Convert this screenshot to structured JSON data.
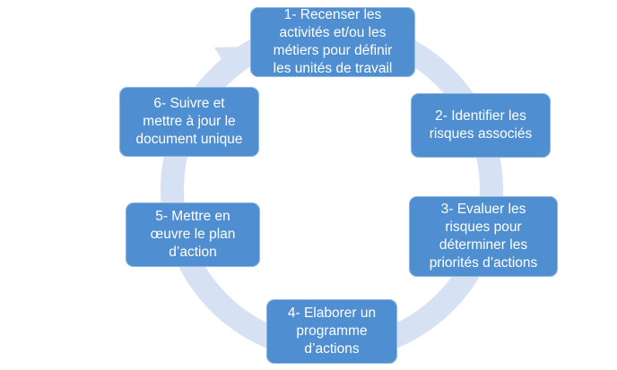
{
  "diagram": {
    "type": "cycle",
    "colors": {
      "box_fill": "#4f8fd1",
      "box_text": "#ffffff",
      "ring": "#d6e2f3"
    },
    "steps": [
      {
        "label": "1- Recenser les\nactivités et/ou les\nmétiers pour définir\nles unités de travail"
      },
      {
        "label": "2- Identifier les\nrisques associés"
      },
      {
        "label": "3- Evaluer les\nrisques pour\ndéterminer les\npriorités d’actions"
      },
      {
        "label": "4- Elaborer un\nprogramme\nd’actions"
      },
      {
        "label": "5- Mettre en\nœuvre le plan\nd’action"
      },
      {
        "label": "6- Suivre et\nmettre à jour le\ndocument unique"
      }
    ]
  }
}
